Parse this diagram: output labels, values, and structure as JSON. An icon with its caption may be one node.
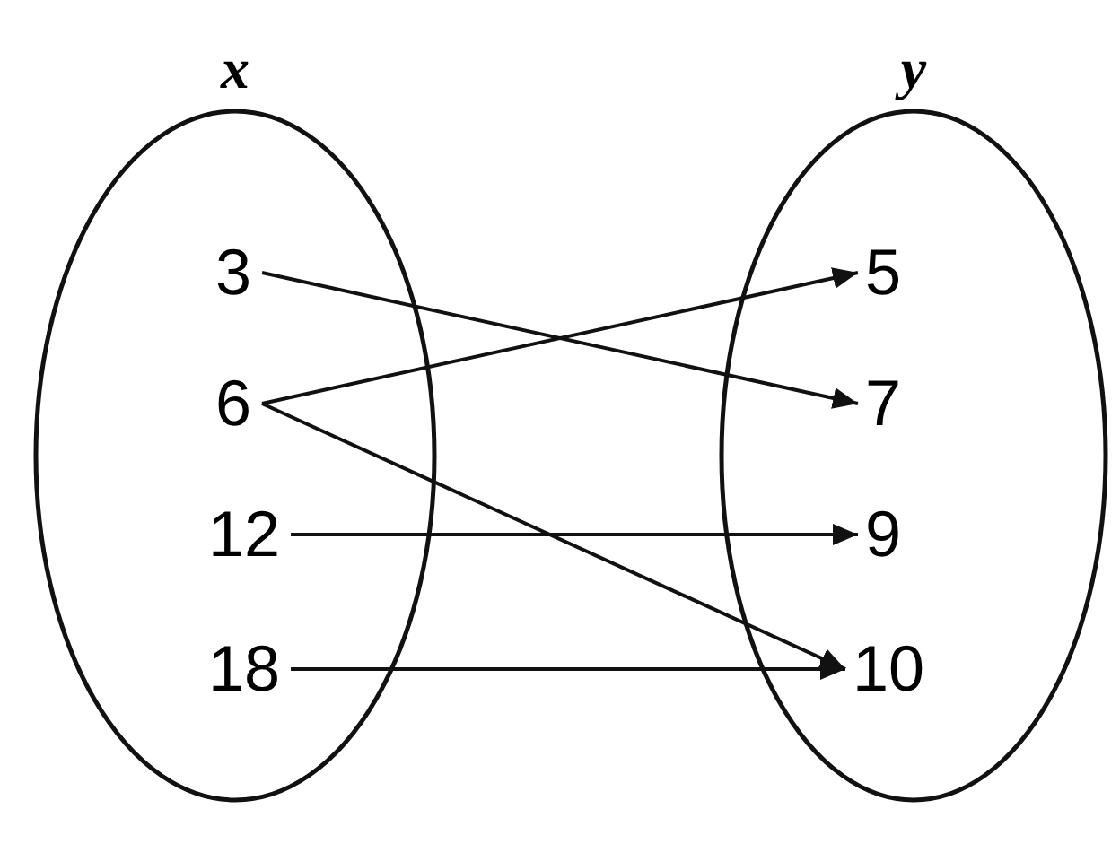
{
  "diagram": {
    "nodes": [
      {
        "text": [
          "x"
        ]
      },
      {
        "text": [
          "3"
        ],
        "in": 0
      },
      {
        "text": [
          "6"
        ],
        "in": 0
      },
      {
        "text": [
          "12"
        ],
        "in": 0
      },
      {
        "text": [
          "18"
        ],
        "in": 0
      },
      {
        "text": [
          "y"
        ]
      },
      {
        "text": [
          "5"
        ],
        "in": 5
      },
      {
        "text": [
          "7"
        ],
        "in": 5
      },
      {
        "text": [
          "9"
        ],
        "in": 5
      },
      {
        "text": [
          "10"
        ],
        "in": 5
      }
    ],
    "edges": [
      {
        "from": 1,
        "to": 7,
        "arrow": "to"
      },
      {
        "from": 2,
        "to": 6,
        "arrow": "to"
      },
      {
        "from": 2,
        "to": 9,
        "arrow": "to"
      },
      {
        "from": 3,
        "to": 8,
        "arrow": "to"
      },
      {
        "from": 4,
        "to": 9,
        "arrow": "to"
      }
    ]
  }
}
